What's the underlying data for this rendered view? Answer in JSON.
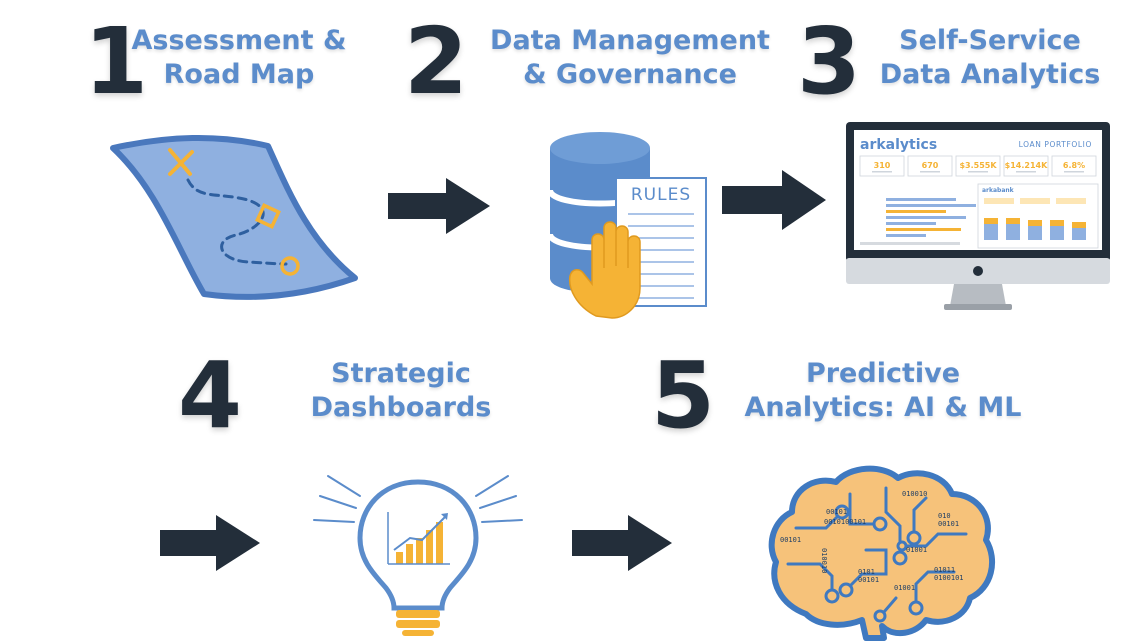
{
  "steps": [
    {
      "number": "1",
      "title_lines": [
        "Assessment &",
        "Road Map"
      ]
    },
    {
      "number": "2",
      "title_lines": [
        "Data Management",
        "& Governance"
      ]
    },
    {
      "number": "3",
      "title_lines": [
        "Self-Service",
        "Data Analytics"
      ]
    },
    {
      "number": "4",
      "title_lines": [
        "Strategic",
        "Dashboards"
      ]
    },
    {
      "number": "5",
      "title_lines": [
        "Predictive",
        "Analytics: AI & ML"
      ]
    }
  ],
  "rules_doc": {
    "label": "RULES"
  },
  "dashboard": {
    "brand": "arkalytics",
    "header_label": "LOAN PORTFOLIO",
    "kpis": [
      "310",
      "670",
      "$3.555K",
      "$14.214K",
      "6.8%"
    ],
    "sub_brand": "arkabank"
  },
  "brain": {
    "binary_labels": [
      "00101",
      "0010100101",
      "010010",
      "010",
      "00101",
      "00101",
      "01001",
      "0101",
      "00101",
      "01011",
      "0100101",
      "01001",
      "010010"
    ]
  },
  "colors": {
    "number": "#232e3a",
    "title": "#5b8ccb",
    "arrow": "#232e3a",
    "accent_orange": "#f5b335",
    "map_blue": "#8fb0e0",
    "db_blue": "#5b8ccb",
    "brain_fill": "#f6c27a",
    "brain_outline": "#3f79c0"
  }
}
